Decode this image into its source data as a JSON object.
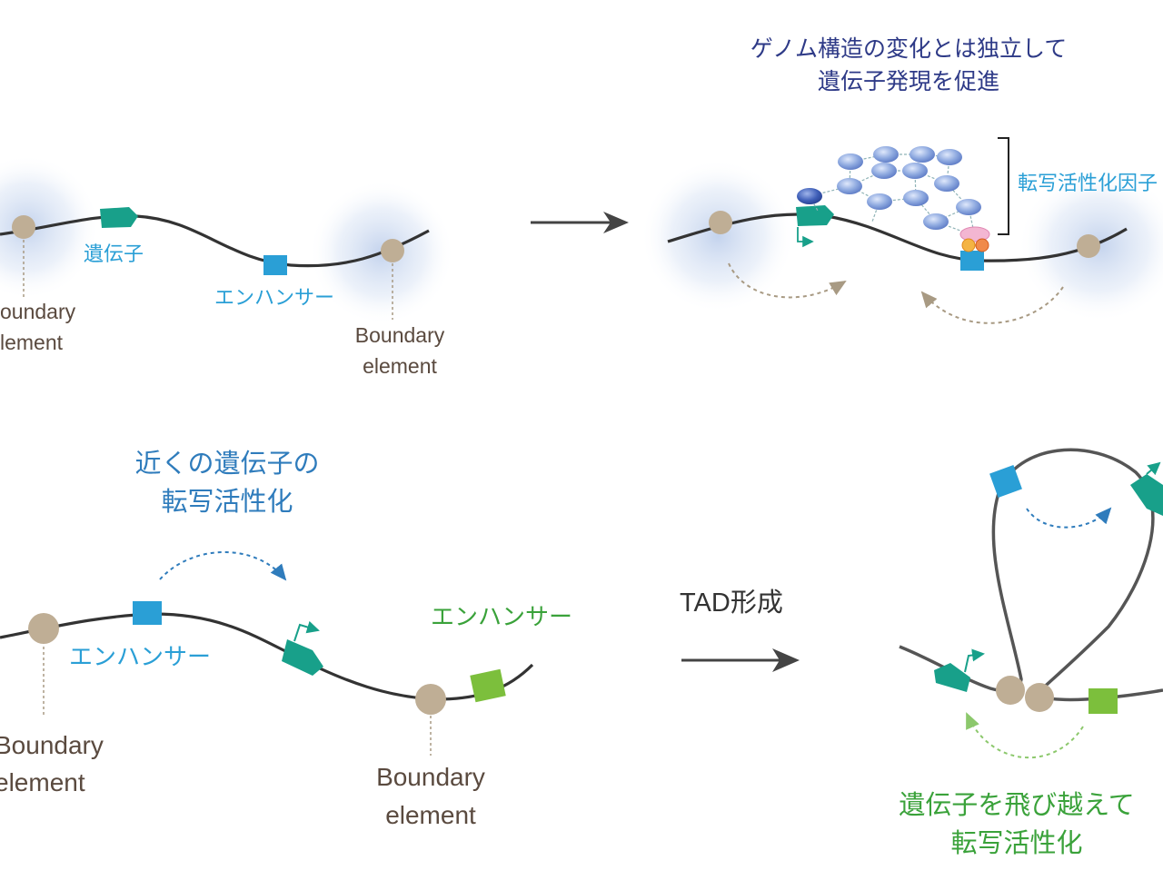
{
  "top_left": {
    "gene_label": "遺伝子",
    "enhancer_label": "エンハンサー",
    "boundary_left_line1": "oundary",
    "boundary_left_line2": "lement",
    "boundary_right_line1": "Boundary",
    "boundary_right_line2": "element"
  },
  "top_right": {
    "caption_line1": "ゲノム構造の変化とは独立して",
    "caption_line2": "遺伝子発現を促進",
    "factor_label": "転写活性化因子"
  },
  "bottom_left": {
    "caption_line1": "近くの遺伝子の",
    "caption_line2": "転写活性化",
    "enhancer_blue_label": "エンハンサー",
    "enhancer_green_label": "エンハンサー",
    "boundary_left_line1": "Boundary",
    "boundary_left_line2": "element",
    "boundary_right_line1": "Boundary",
    "boundary_right_line2": "element"
  },
  "bottom_arrow": {
    "label": "TAD形成"
  },
  "bottom_right": {
    "caption_line1": "遺伝子を飛び越えて",
    "caption_line2": "転写活性化"
  },
  "colors": {
    "dna": "#333333",
    "boundary": "#bfae95",
    "gene": "#18a08a",
    "enhancer_blue": "#2a9fd6",
    "enhancer_green": "#7cbf3c",
    "factor": "#7d9bd6",
    "halo": "#c9d8ef"
  }
}
